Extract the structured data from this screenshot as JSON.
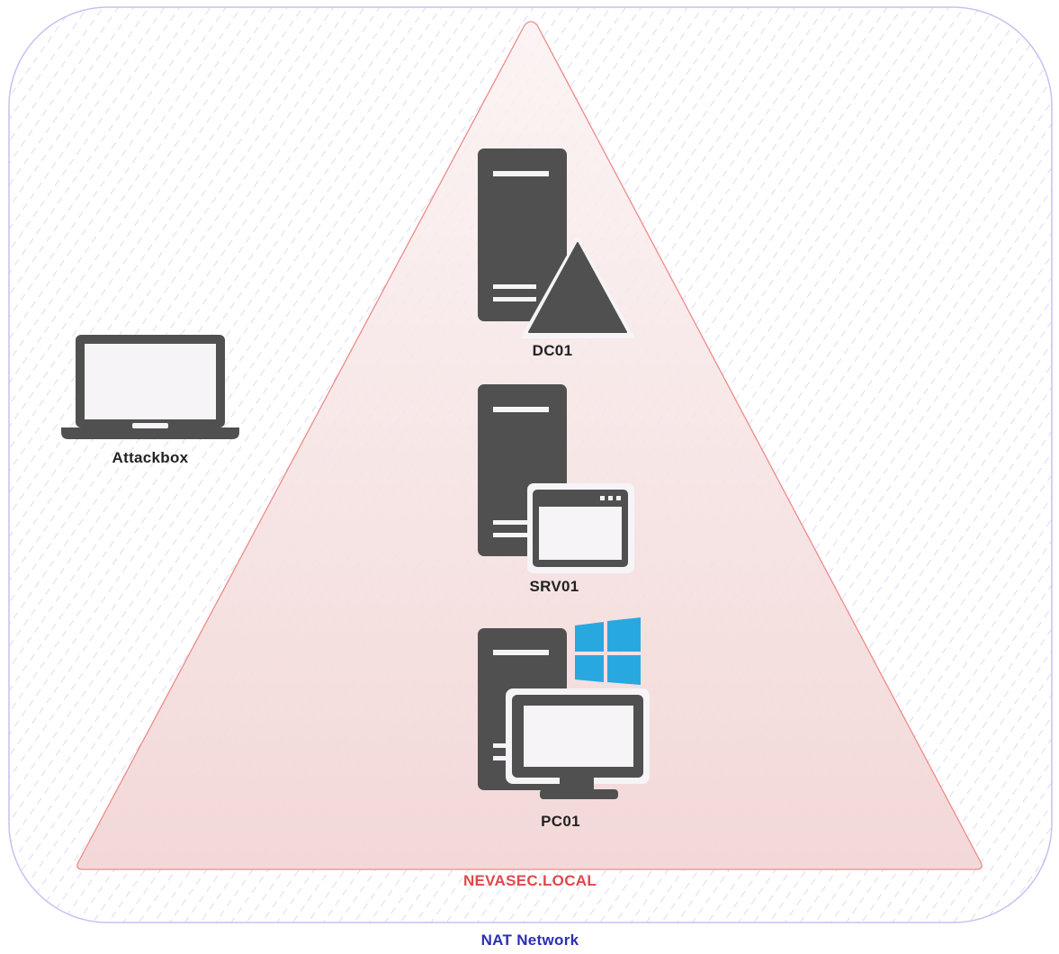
{
  "colors": {
    "network_border": "#c4c2f0",
    "network_hatch": "#c9c8ef",
    "network_label": "#2b2fb5",
    "domain_border": "#ef8a8a",
    "domain_fill": "#f4d9d9",
    "domain_label": "#e0474c",
    "device": "#505050",
    "windows": "#29a8e0",
    "device_label": "#222222"
  },
  "network": {
    "label": "NAT Network"
  },
  "domain": {
    "label": "NEVASEC.LOCAL"
  },
  "nodes": {
    "attackbox": {
      "label": "Attackbox",
      "icon": "laptop-icon"
    },
    "dc01": {
      "label": "DC01",
      "icon": "server-warning-icon"
    },
    "srv01": {
      "label": "SRV01",
      "icon": "server-window-icon"
    },
    "pc01": {
      "label": "PC01",
      "icon": "windows-workstation-icon"
    }
  }
}
